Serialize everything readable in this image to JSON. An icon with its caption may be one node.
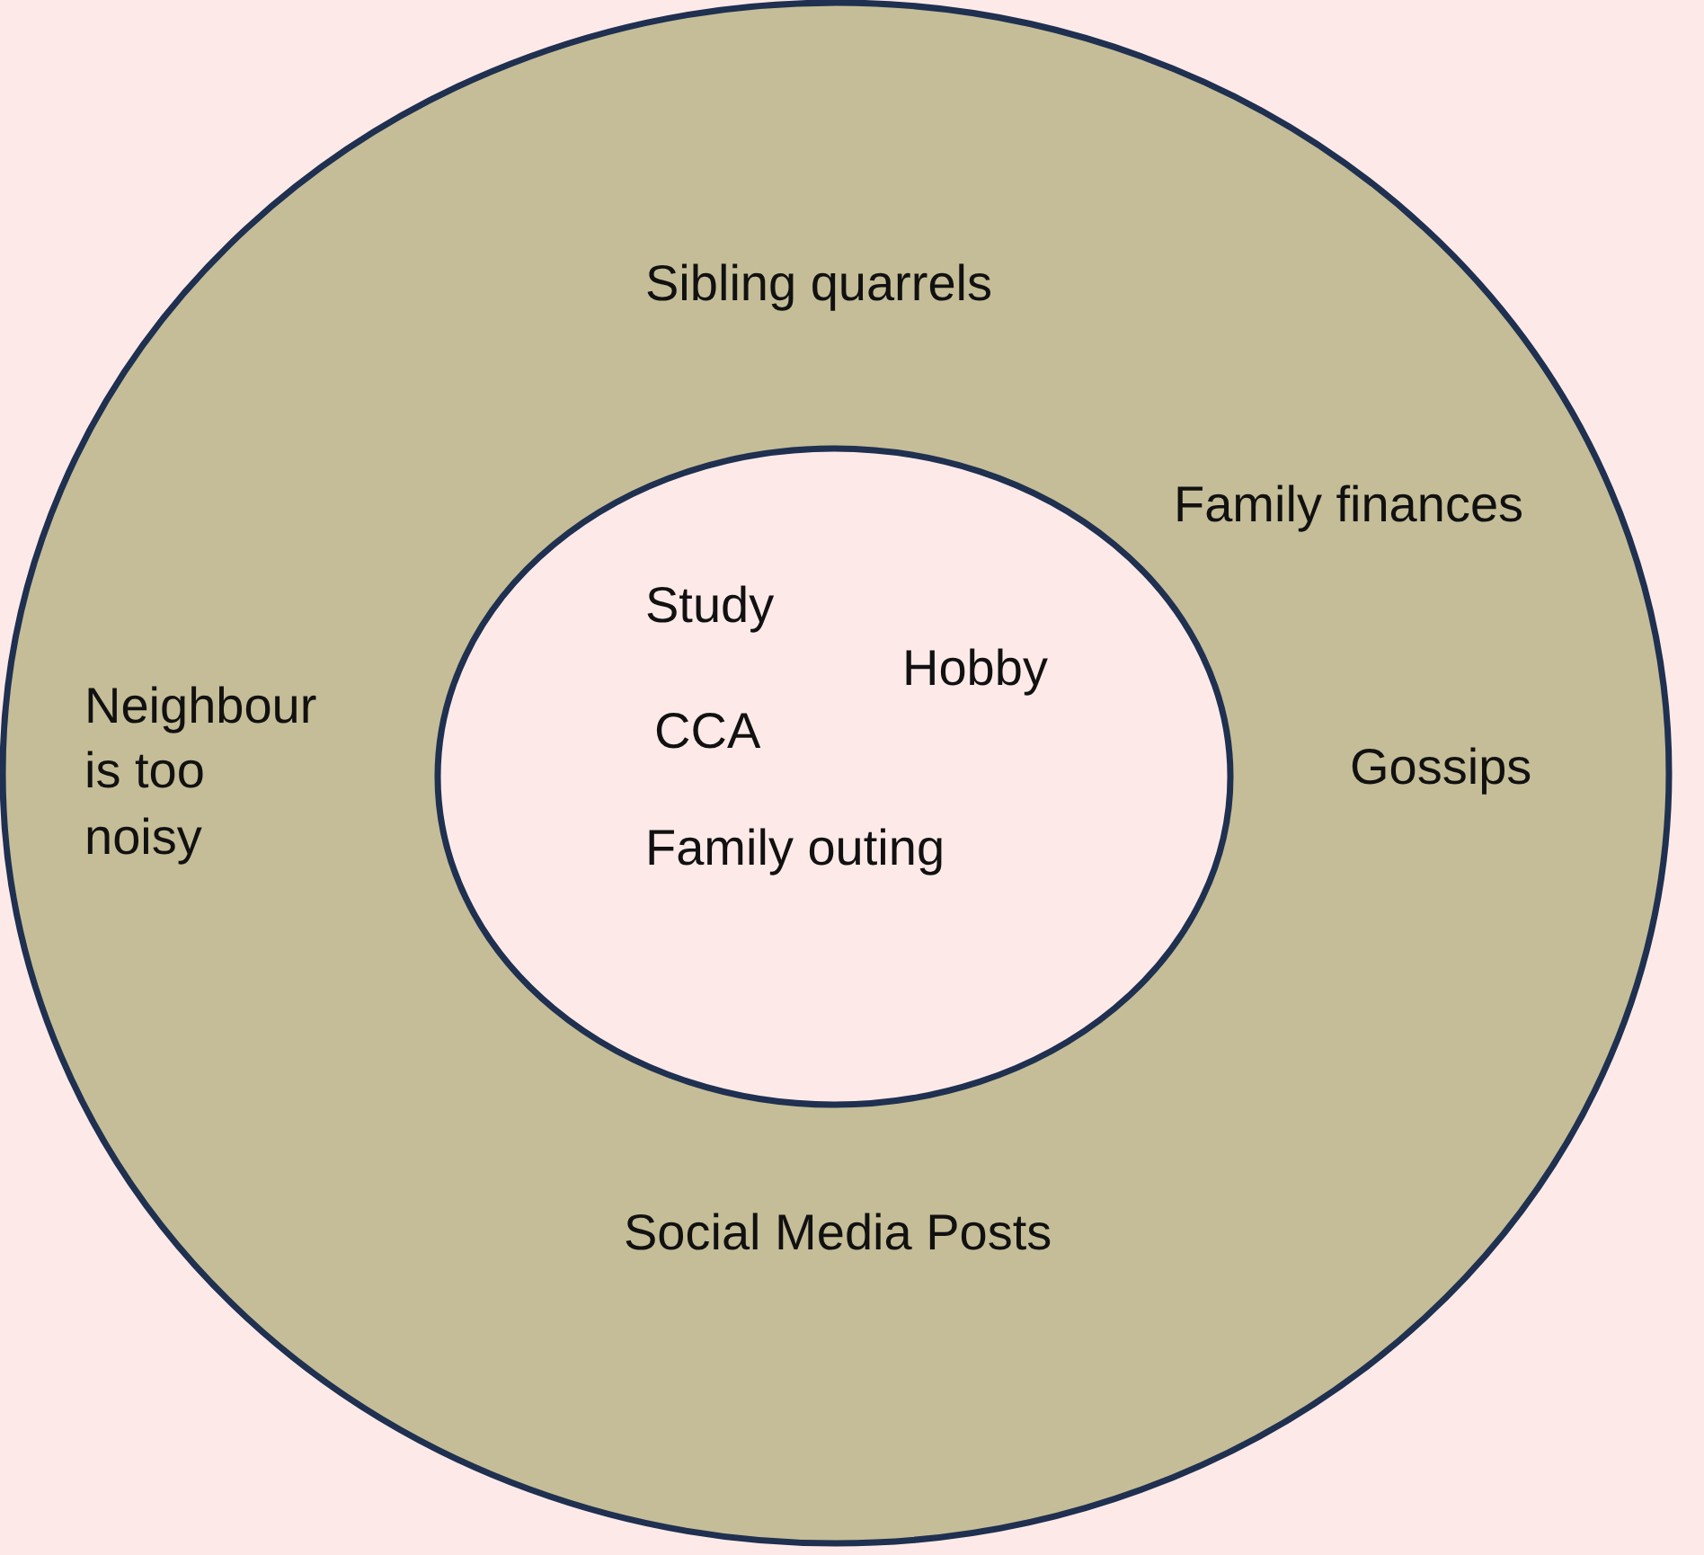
{
  "diagram": {
    "nodes": [
      {
        "text": [
          "Sibling quarrels",
          "Family finances",
          "Neighbour is too noisy",
          "Gossips",
          "Social Media Posts"
        ]
      },
      {
        "text": [
          "Study",
          "Hobby",
          "CCA",
          "Family outing"
        ],
        "in": 0
      }
    ]
  }
}
